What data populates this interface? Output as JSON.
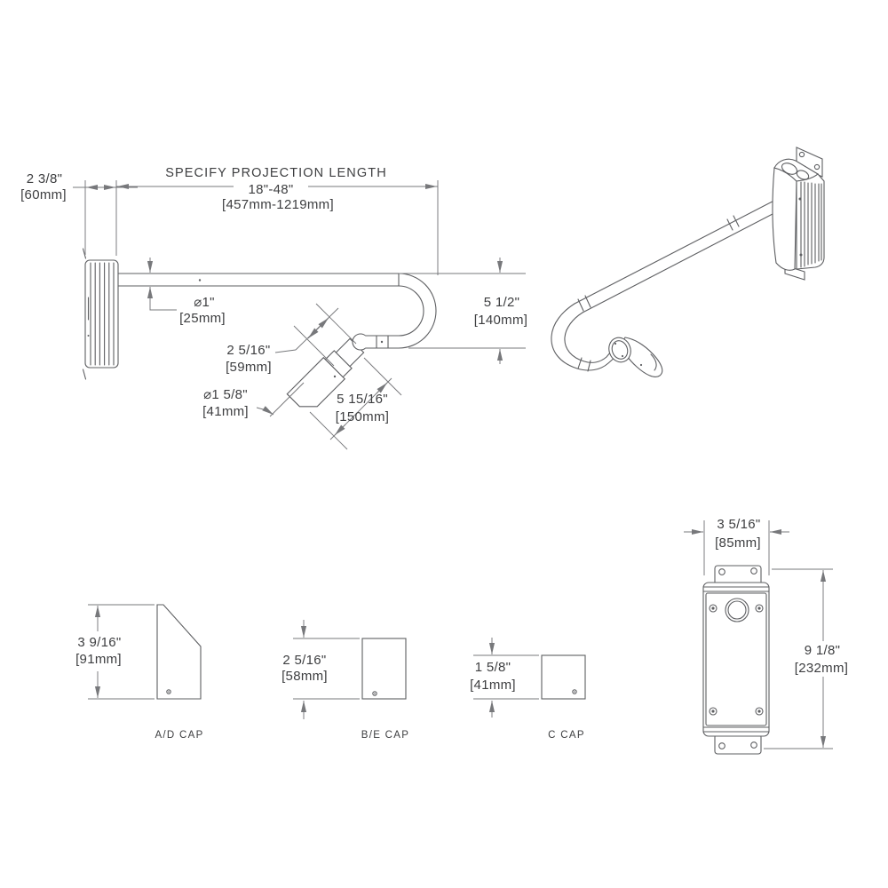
{
  "colors": {
    "line": "#5e5f62",
    "dim": "#77787b",
    "text": "#3d3e40",
    "background": "#ffffff"
  },
  "main_view": {
    "wall_offset_in": "2 3/8\"",
    "wall_offset_mm": "[60mm]",
    "projection_title": "SPECIFY PROJECTION LENGTH",
    "projection_range_in": "18\"-48\"",
    "projection_range_mm": "[457mm-1219mm]",
    "tube_dia_in": "⌀1\"",
    "tube_dia_mm": "[25mm]",
    "drop_in": "5 1/2\"",
    "drop_mm": "[140mm]",
    "collar_in": "2 5/16\"",
    "collar_mm": "[59mm]",
    "shade_dia_in": "⌀1 5/8\"",
    "shade_dia_mm": "[41mm]",
    "head_len_in": "5 15/16\"",
    "head_len_mm": "[150mm]"
  },
  "caps": [
    {
      "label": "A/D CAP",
      "size_in": "3 9/16\"",
      "size_mm": "[91mm]"
    },
    {
      "label": "B/E CAP",
      "size_in": "2 5/16\"",
      "size_mm": "[58mm]"
    },
    {
      "label": "C CAP",
      "size_in": "1 5/8\"",
      "size_mm": "[41mm]"
    }
  ],
  "backplate": {
    "width_in": "3 5/16\"",
    "width_mm": "[85mm]",
    "height_in": "9 1/8\"",
    "height_mm": "[232mm]"
  }
}
